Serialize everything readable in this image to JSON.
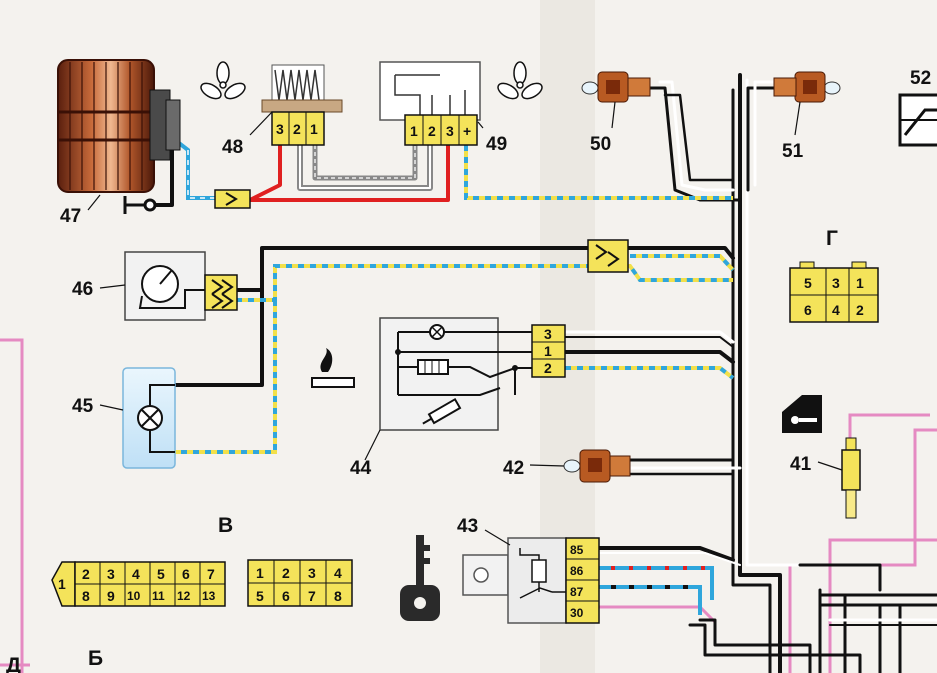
{
  "labels": {
    "n41": "41",
    "n42": "42",
    "n43": "43",
    "n44": "44",
    "n45": "45",
    "n46": "46",
    "n47": "47",
    "n48": "48",
    "n49": "49",
    "n50": "50",
    "n51": "51",
    "n52": "52"
  },
  "letters": {
    "b": "Б",
    "v": "В",
    "g": "Г",
    "d": "Д"
  },
  "pins": {
    "c48": [
      "3",
      "2",
      "1"
    ],
    "c49": [
      "1",
      "2",
      "3",
      "+"
    ],
    "c44": [
      "3",
      "1",
      "2"
    ],
    "c43": [
      "85",
      "86",
      "87",
      "30"
    ],
    "g_top": [
      "5",
      "3",
      "1"
    ],
    "g_bottom": [
      "6",
      "4",
      "2"
    ],
    "b_first": "1",
    "b_top": [
      "2",
      "3",
      "4",
      "5",
      "6",
      "7"
    ],
    "b_bottom": [
      "8",
      "9",
      "10",
      "11",
      "12",
      "13"
    ],
    "v_top": [
      "1",
      "2",
      "3",
      "4"
    ],
    "v_bottom": [
      "5",
      "6",
      "7",
      "8"
    ]
  },
  "colors": {
    "black": "#111111",
    "red": "#e02020",
    "blue": "#2fa6dc",
    "yellow": "#f2e04a",
    "pink": "#e58ac2",
    "connector": "#f4e35a",
    "grey": "#9a9a9a"
  }
}
